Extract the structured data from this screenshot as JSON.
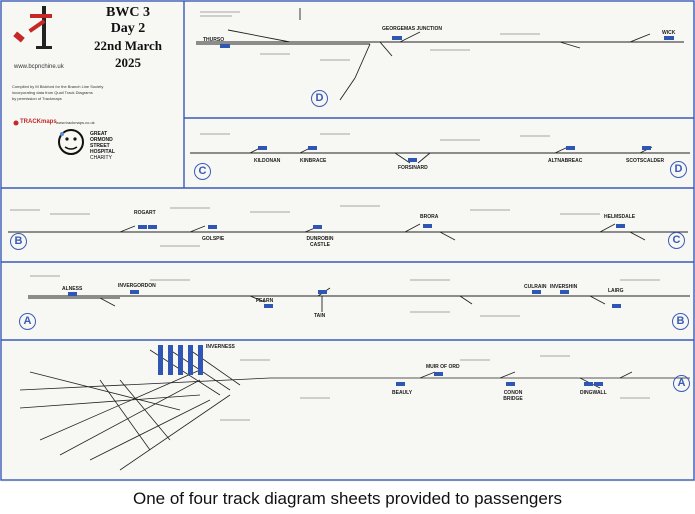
{
  "header": {
    "event": "BWC 3",
    "day": "Day 2",
    "date": "22nd March",
    "year": "2025",
    "website": "www.bcpnchine.uk",
    "compiled_by": "Compiled by M Bickford for the Branch Line Society",
    "incorporating": "incorporating data from Quail Track Diagrams",
    "permission": "by permission of Trackmaps",
    "trackmaps_logo": "TRACKmaps",
    "trackmaps_url": "www.trackmaps.co.uk"
  },
  "charity": {
    "line1": "GREAT",
    "line2": "ORMOND",
    "line3": "STREET",
    "line4": "HOSPITAL",
    "line5": "CHARITY"
  },
  "markers": {
    "a": "A",
    "b": "B",
    "c": "C",
    "d": "D"
  },
  "strip_d": {
    "stations": [
      "THURSO",
      "GEORGEMAS JUNCTION",
      "WICK"
    ]
  },
  "strip_c": {
    "stations": [
      "KILDONAN",
      "KINBRACE",
      "FORSINARD",
      "ALTNABREAC",
      "SCOTSCALDER"
    ]
  },
  "strip_b": {
    "stations": [
      "ROGART",
      "GOLSPIE",
      "DUNROBIN CASTLE",
      "BRORA",
      "HELMSDALE"
    ]
  },
  "strip_a_upper": {
    "stations": [
      "ALNESS",
      "INVERGORDON",
      "FEARN",
      "TAIN",
      "CULRAIN",
      "INVERSHIN",
      "LAIRG"
    ]
  },
  "strip_a_lower": {
    "stations": [
      "INVERNESS",
      "BEAULY",
      "MUIR OF ORD",
      "CONON BRIDGE",
      "DINGWALL"
    ]
  },
  "caption": "One of four track diagram sheets provided to passengers"
}
